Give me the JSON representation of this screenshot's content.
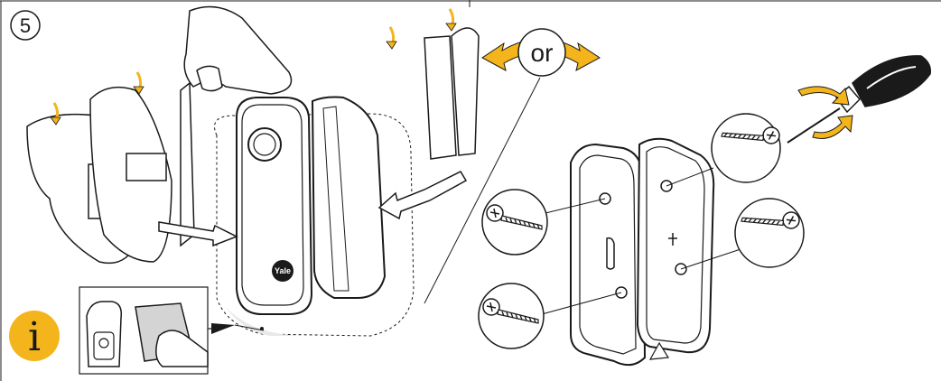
{
  "step": {
    "number": "5"
  },
  "choice": {
    "label": "or"
  },
  "device": {
    "brand": "Yale"
  },
  "info": {
    "symbol": "i"
  },
  "colors": {
    "accent": "#f3b51b",
    "line": "#1a1a1a",
    "shade": "#e8e8e8"
  }
}
